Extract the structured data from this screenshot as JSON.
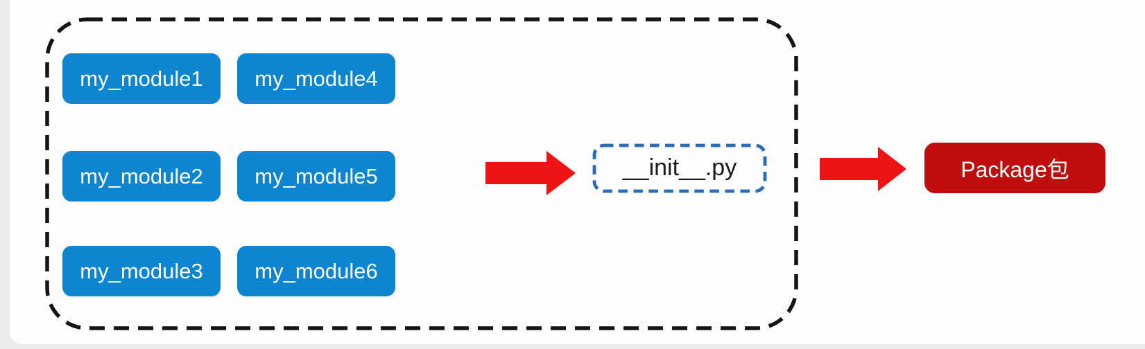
{
  "colors": {
    "module_box": "#0d85d0",
    "module_text": "#ffffff",
    "arrow": "#ee1414",
    "package_box": "#c00d0d",
    "package_text": "#ffffff",
    "init_border": "#2a6cb5",
    "init_text": "#1a1a1a",
    "group_border": "#141414"
  },
  "modules": {
    "items": [
      "my_module1",
      "my_module2",
      "my_module3",
      "my_module4",
      "my_module5",
      "my_module6"
    ]
  },
  "init_file": {
    "label": "__init__.py"
  },
  "package": {
    "label": "Package包"
  }
}
